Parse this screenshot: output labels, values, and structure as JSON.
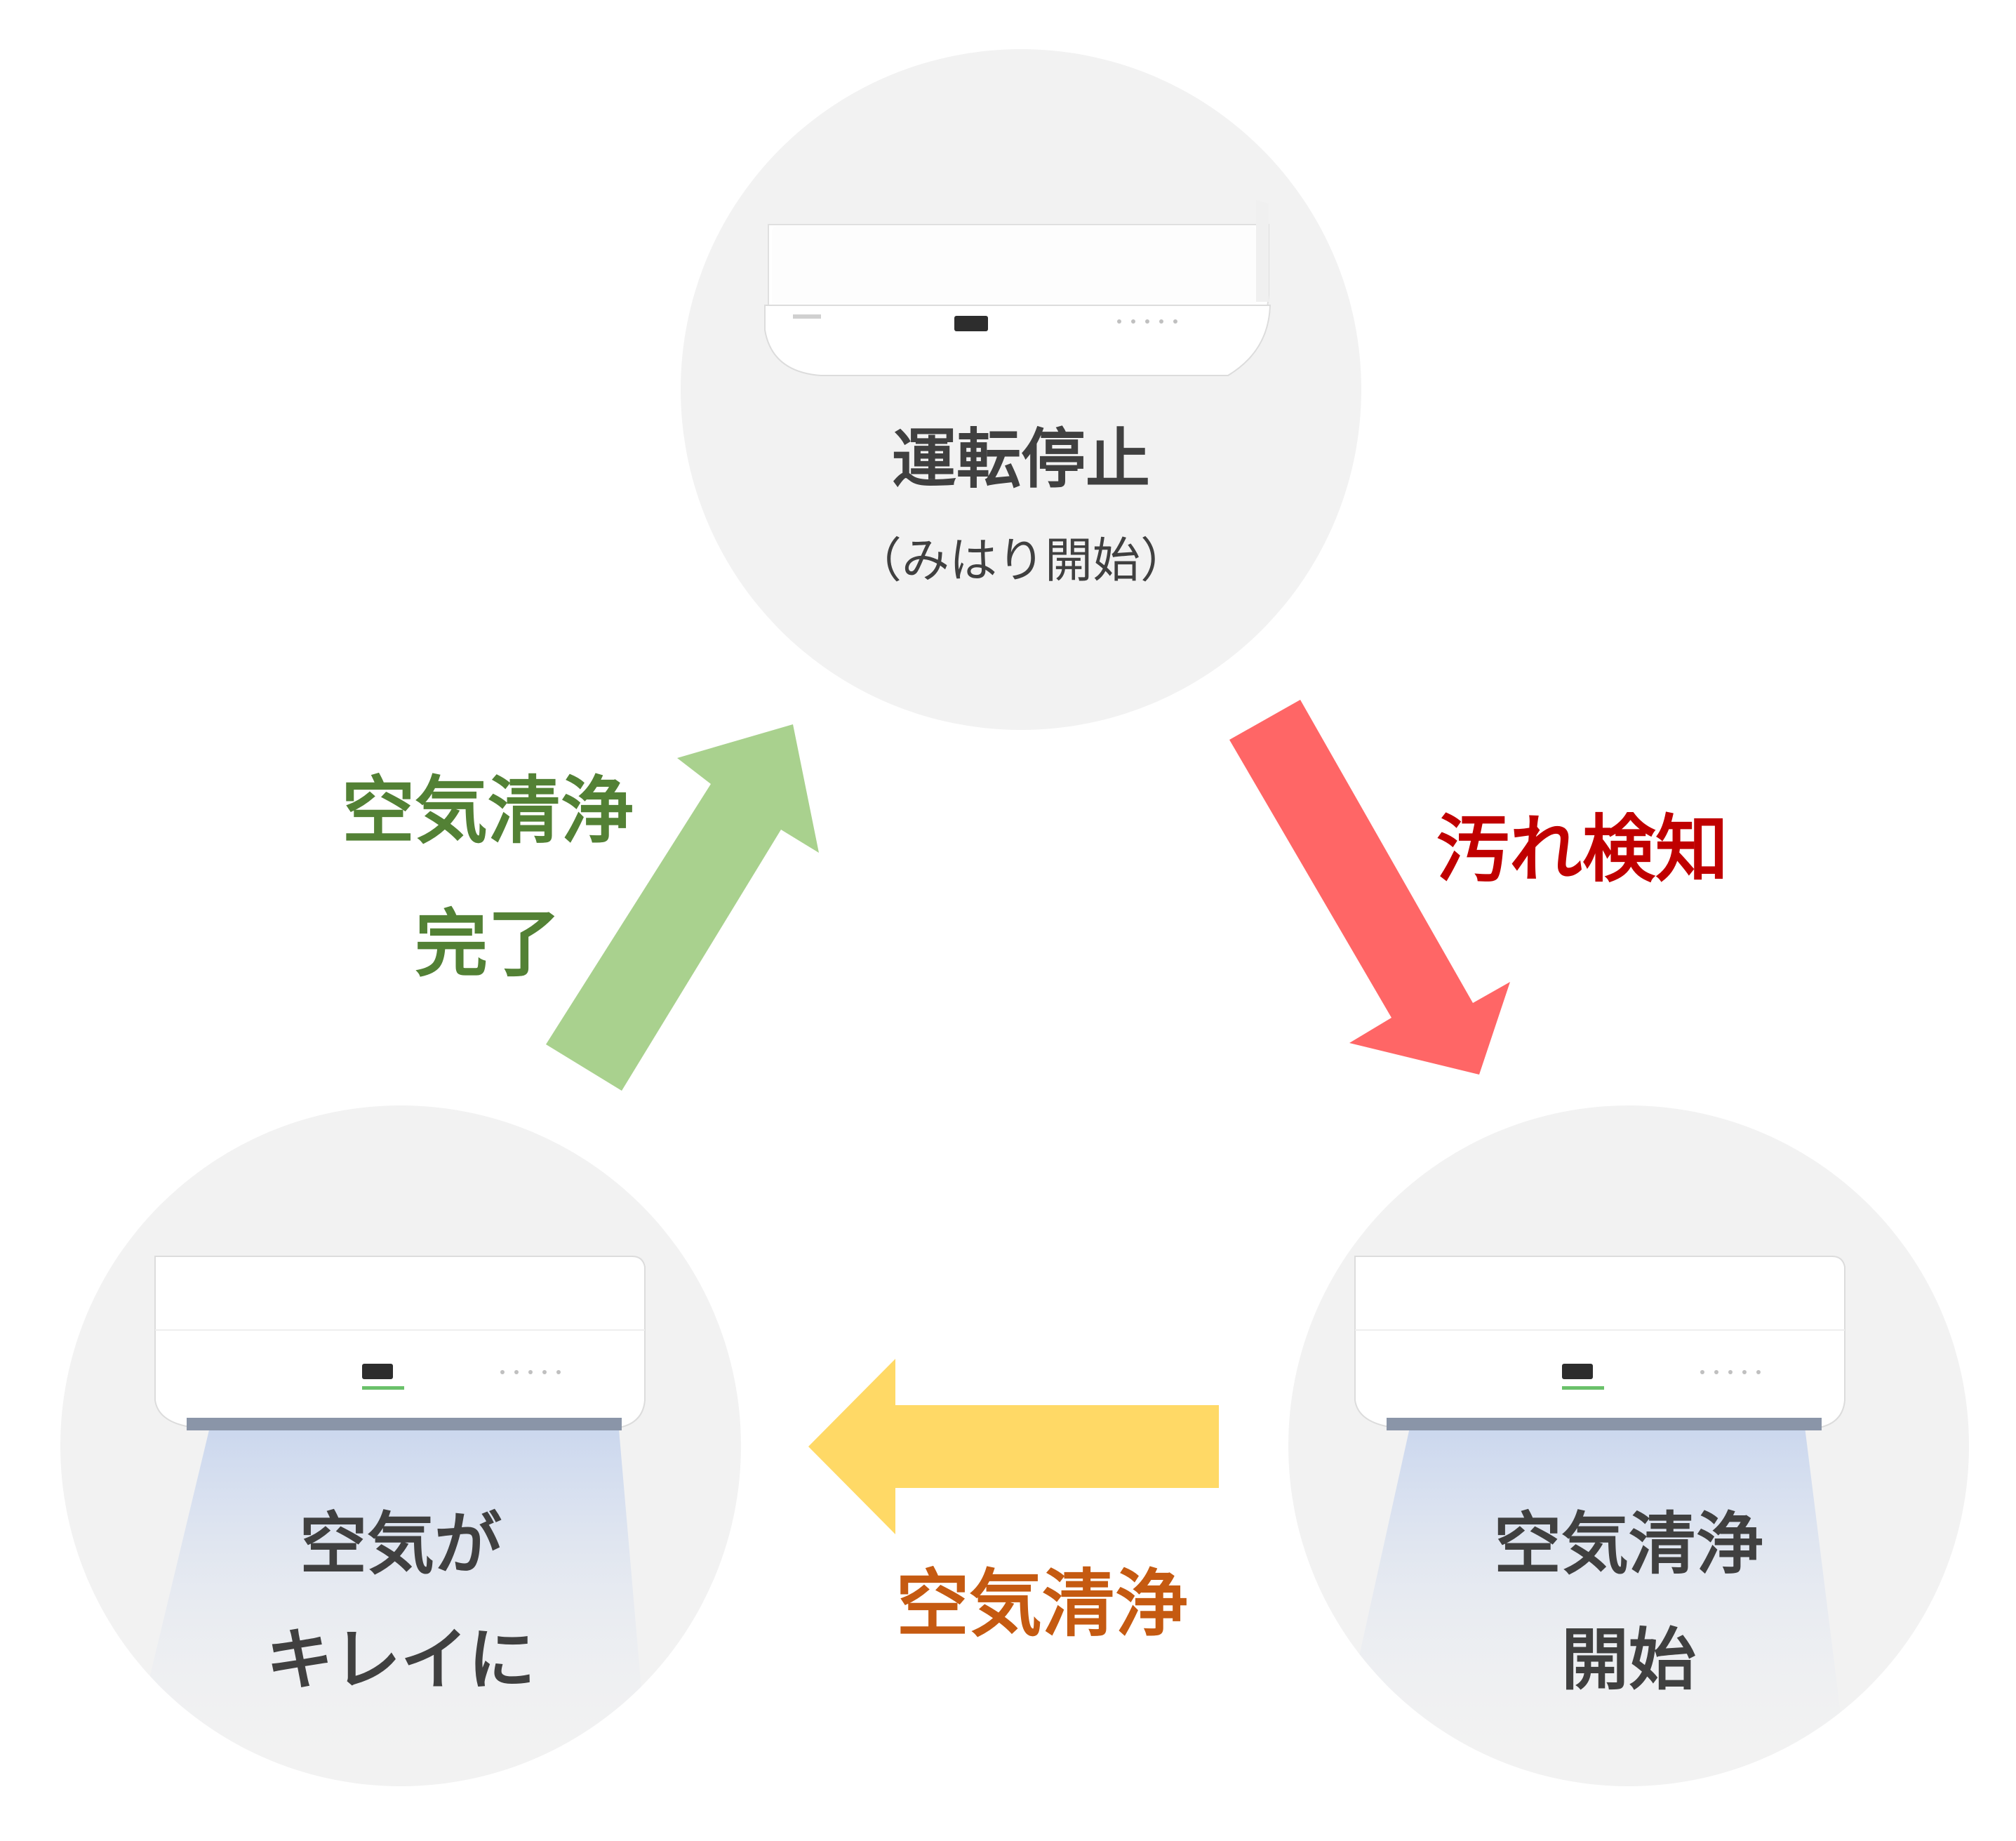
{
  "nodes": {
    "top": {
      "title": "運転停止",
      "subtitle": "（みはり開始）"
    },
    "left": {
      "line1": "空気が",
      "line2": "キレイに"
    },
    "right": {
      "line1": "空気清浄",
      "line2": "開始"
    }
  },
  "arrows": {
    "green": {
      "line1": "空気清浄",
      "line2": "完了",
      "color": "#a9d18e",
      "text_color": "#538135"
    },
    "red": {
      "label": "汚れ検知",
      "color": "#ff6666",
      "text_color": "#c00000"
    },
    "yellow": {
      "label": "空気清浄",
      "color": "#ffd966",
      "text_color": "#c55a11"
    }
  },
  "colors": {
    "circle_bg": "#f2f2f2",
    "node_text": "#404040",
    "airflow": "#c9d6ee"
  },
  "icons": [
    "air-conditioner-icon",
    "air-conditioner-blowing-icon"
  ]
}
